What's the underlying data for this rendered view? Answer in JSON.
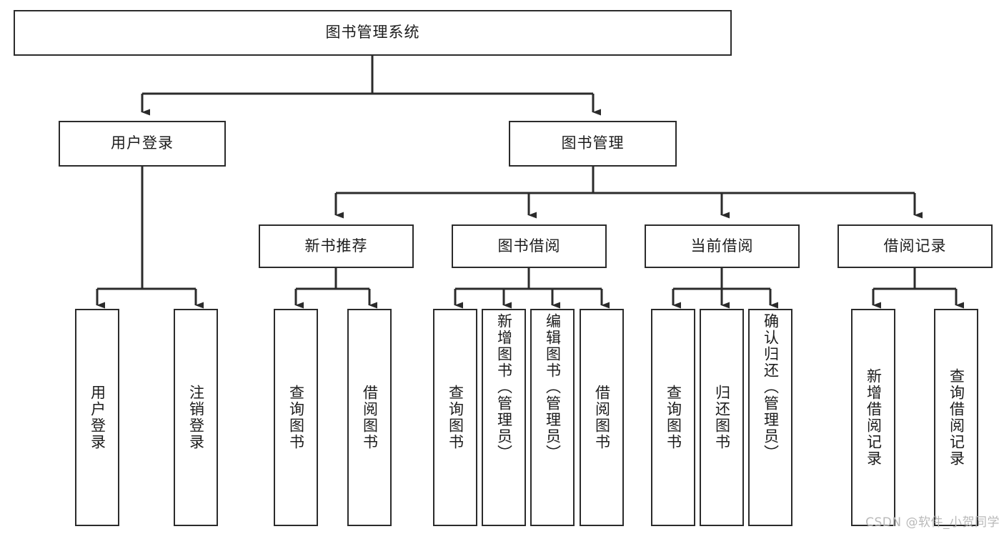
{
  "diagram": {
    "title": "图书管理系统",
    "type": "tree",
    "watermark": "CSDN @软件_小贺同学",
    "colors": {
      "box_border": "#2b2b2b",
      "box_fill": "#ffffff",
      "connector": "#2b2b2b",
      "text": "#1c1c1c",
      "watermark": "#b9b9b9",
      "background": "#ffffff"
    },
    "root": {
      "id": "root",
      "label": "图书管理系统",
      "orientation": "horizontal"
    },
    "level2": [
      {
        "id": "user-login",
        "label": "用户登录",
        "orientation": "horizontal"
      },
      {
        "id": "book-manage",
        "label": "图书管理",
        "orientation": "horizontal"
      }
    ],
    "level3": [
      {
        "id": "new-book-recommend",
        "label": "新书推荐",
        "orientation": "horizontal",
        "parent": "book-manage"
      },
      {
        "id": "book-borrow",
        "label": "图书借阅",
        "orientation": "horizontal",
        "parent": "book-manage"
      },
      {
        "id": "current-borrow",
        "label": "当前借阅",
        "orientation": "horizontal",
        "parent": "book-manage"
      },
      {
        "id": "borrow-record",
        "label": "借阅记录",
        "orientation": "horizontal",
        "parent": "book-manage"
      }
    ],
    "leaves": [
      {
        "id": "leaf-user-login",
        "label": "用户登录",
        "parent": "user-login"
      },
      {
        "id": "leaf-user-logout",
        "label": "注销登录",
        "parent": "user-login"
      },
      {
        "id": "leaf-query-book-1",
        "label": "查询图书",
        "parent": "new-book-recommend"
      },
      {
        "id": "leaf-borrow-book-1",
        "label": "借阅图书",
        "parent": "new-book-recommend"
      },
      {
        "id": "leaf-query-book-2",
        "label": "查询图书",
        "parent": "book-borrow"
      },
      {
        "id": "leaf-add-book",
        "label": "新增图书（管理员）",
        "parent": "book-borrow"
      },
      {
        "id": "leaf-edit-book",
        "label": "编辑图书（管理员）",
        "parent": "book-borrow"
      },
      {
        "id": "leaf-borrow-book-2",
        "label": "借阅图书",
        "parent": "book-borrow"
      },
      {
        "id": "leaf-query-book-3",
        "label": "查询图书",
        "parent": "current-borrow"
      },
      {
        "id": "leaf-return-book",
        "label": "归还图书",
        "parent": "current-borrow"
      },
      {
        "id": "leaf-confirm-return",
        "label": "确认归还（管理员）",
        "parent": "current-borrow"
      },
      {
        "id": "leaf-add-record",
        "label": "新增借阅记录",
        "parent": "borrow-record"
      },
      {
        "id": "leaf-query-record",
        "label": "查询借阅记录",
        "parent": "borrow-record"
      }
    ]
  }
}
